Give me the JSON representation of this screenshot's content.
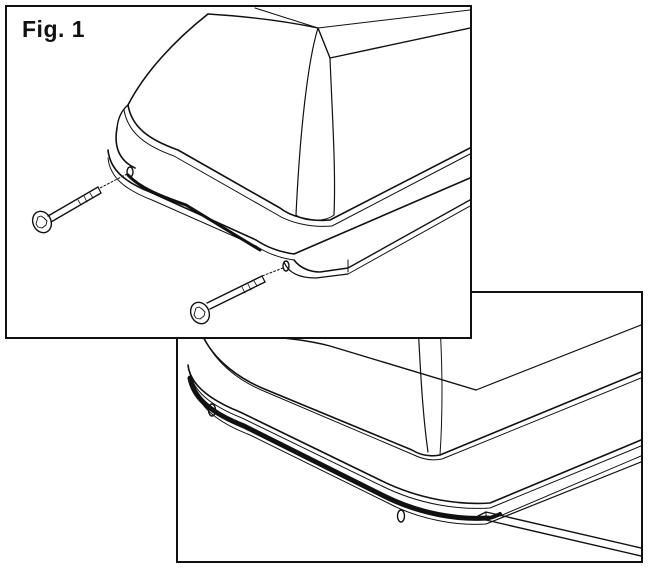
{
  "figure": {
    "label": "Fig. 1",
    "panels": [
      {
        "name": "screw-removal-view"
      },
      {
        "name": "pry-tool-view"
      }
    ]
  },
  "colors": {
    "line": "#111111",
    "background": "#ffffff"
  },
  "icons": [
    "screw-icon",
    "screw-icon",
    "pry-tool-icon"
  ]
}
